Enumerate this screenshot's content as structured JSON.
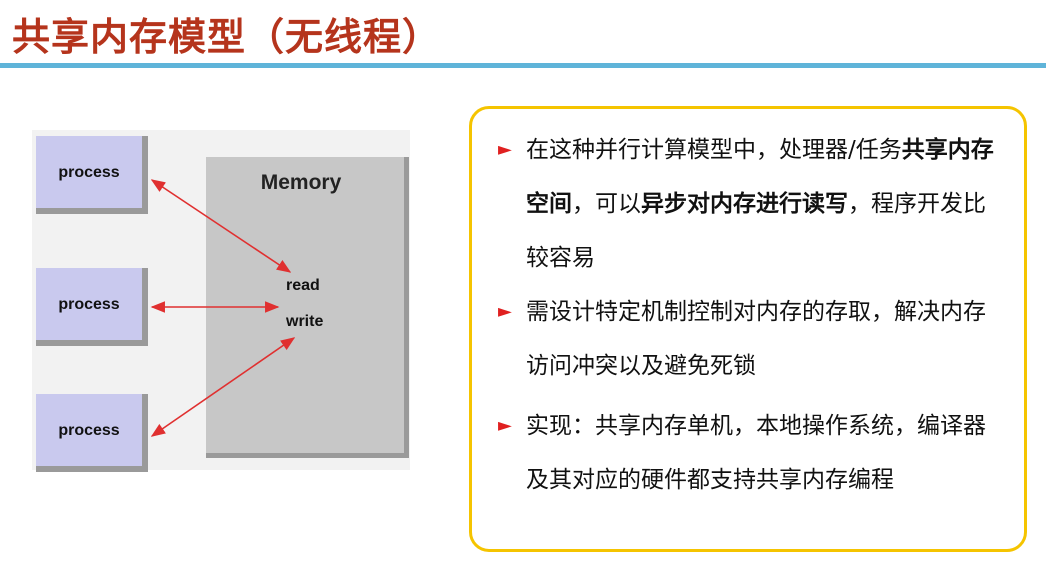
{
  "title": "共享内存模型（无线程）",
  "diagram": {
    "memory_label": "Memory",
    "read_label": "read",
    "write_label": "write",
    "processes": [
      "process",
      "process",
      "process"
    ],
    "arrow_color": "#e03030"
  },
  "bullets": [
    {
      "parts": [
        {
          "text": "在这种并行计算模型中，处理器/任务",
          "bold": false
        },
        {
          "text": "共享内存空间",
          "bold": true
        },
        {
          "text": "，可以",
          "bold": false
        },
        {
          "text": "异步对内存进行读写",
          "bold": true
        },
        {
          "text": "，程序开发比较容易",
          "bold": false
        }
      ]
    },
    {
      "parts": [
        {
          "text": "需设计特定机制控制对内存的存取，解决内存访问冲突以及避免死锁",
          "bold": false
        }
      ]
    },
    {
      "parts": [
        {
          "text": "实现：共享内存单机，本地操作系统，编译器及其对应的硬件都支持共享内存编程",
          "bold": false
        }
      ]
    }
  ],
  "bullet_marker": "►",
  "colors": {
    "title": "#b5341c",
    "rule": "#5fb4d9",
    "panel_border": "#f5c400",
    "marker": "#e02020"
  }
}
